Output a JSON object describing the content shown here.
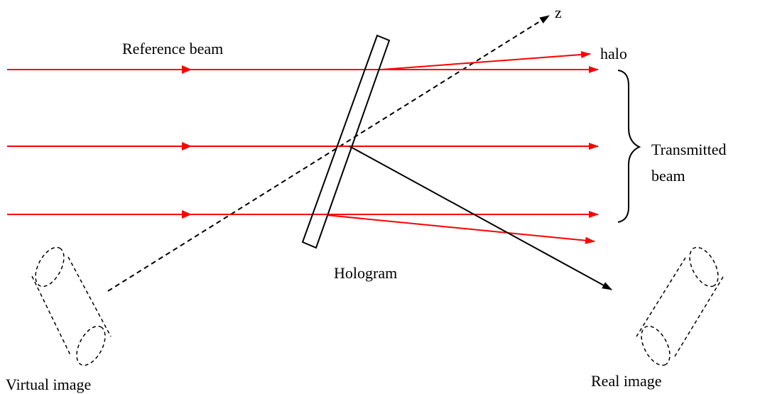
{
  "labels": {
    "axis_z": "z",
    "reference_beam": "Reference beam",
    "halo": "halo",
    "transmitted_line1": "Transmitted",
    "transmitted_line2": "beam",
    "hologram": "Hologram",
    "virtual_image": "Virtual image",
    "real_image": "Real image"
  },
  "colors": {
    "beam": "#ff0000",
    "outline": "#000000",
    "background": "#ffffff"
  }
}
